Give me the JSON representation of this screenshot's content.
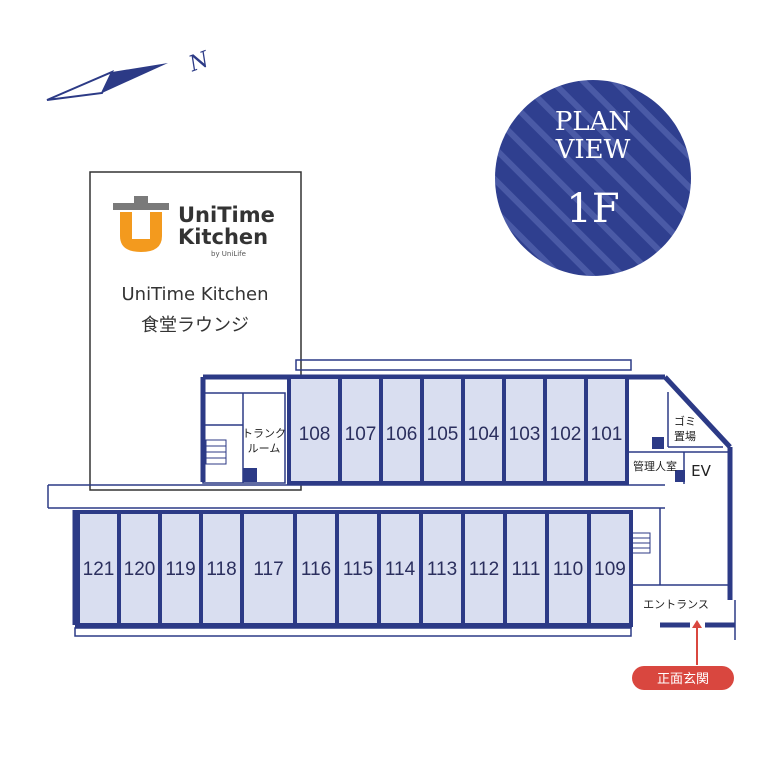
{
  "north_label": "N",
  "plan": {
    "line1": "PLAN",
    "line2": "VIEW",
    "floor": "1F"
  },
  "kitchen": {
    "logo_line1": "UniTime",
    "logo_line2": "Kitchen",
    "logo_byline": "by UniLife",
    "name_en": "UniTime Kitchen",
    "name_ja": "食堂ラウンジ"
  },
  "top_rooms": [
    "108",
    "107",
    "106",
    "105",
    "104",
    "103",
    "102",
    "101"
  ],
  "bottom_rooms": [
    "121",
    "120",
    "119",
    "118",
    "117",
    "116",
    "115",
    "114",
    "113",
    "112",
    "111",
    "110",
    "109"
  ],
  "labels": {
    "trunk_1": "トランク",
    "trunk_2": "ルーム",
    "garbage_1": "ゴミ",
    "garbage_2": "置場",
    "office": "管理人室",
    "ev": "EV",
    "entrance": "エントランス",
    "main_entrance": "正面玄関"
  },
  "colors": {
    "accent": "#2c3a86",
    "room_fill": "#d9def0",
    "entrance_badge": "#d9473f",
    "logo_orange": "#f39a1e",
    "logo_gray": "#7a7a7a"
  }
}
